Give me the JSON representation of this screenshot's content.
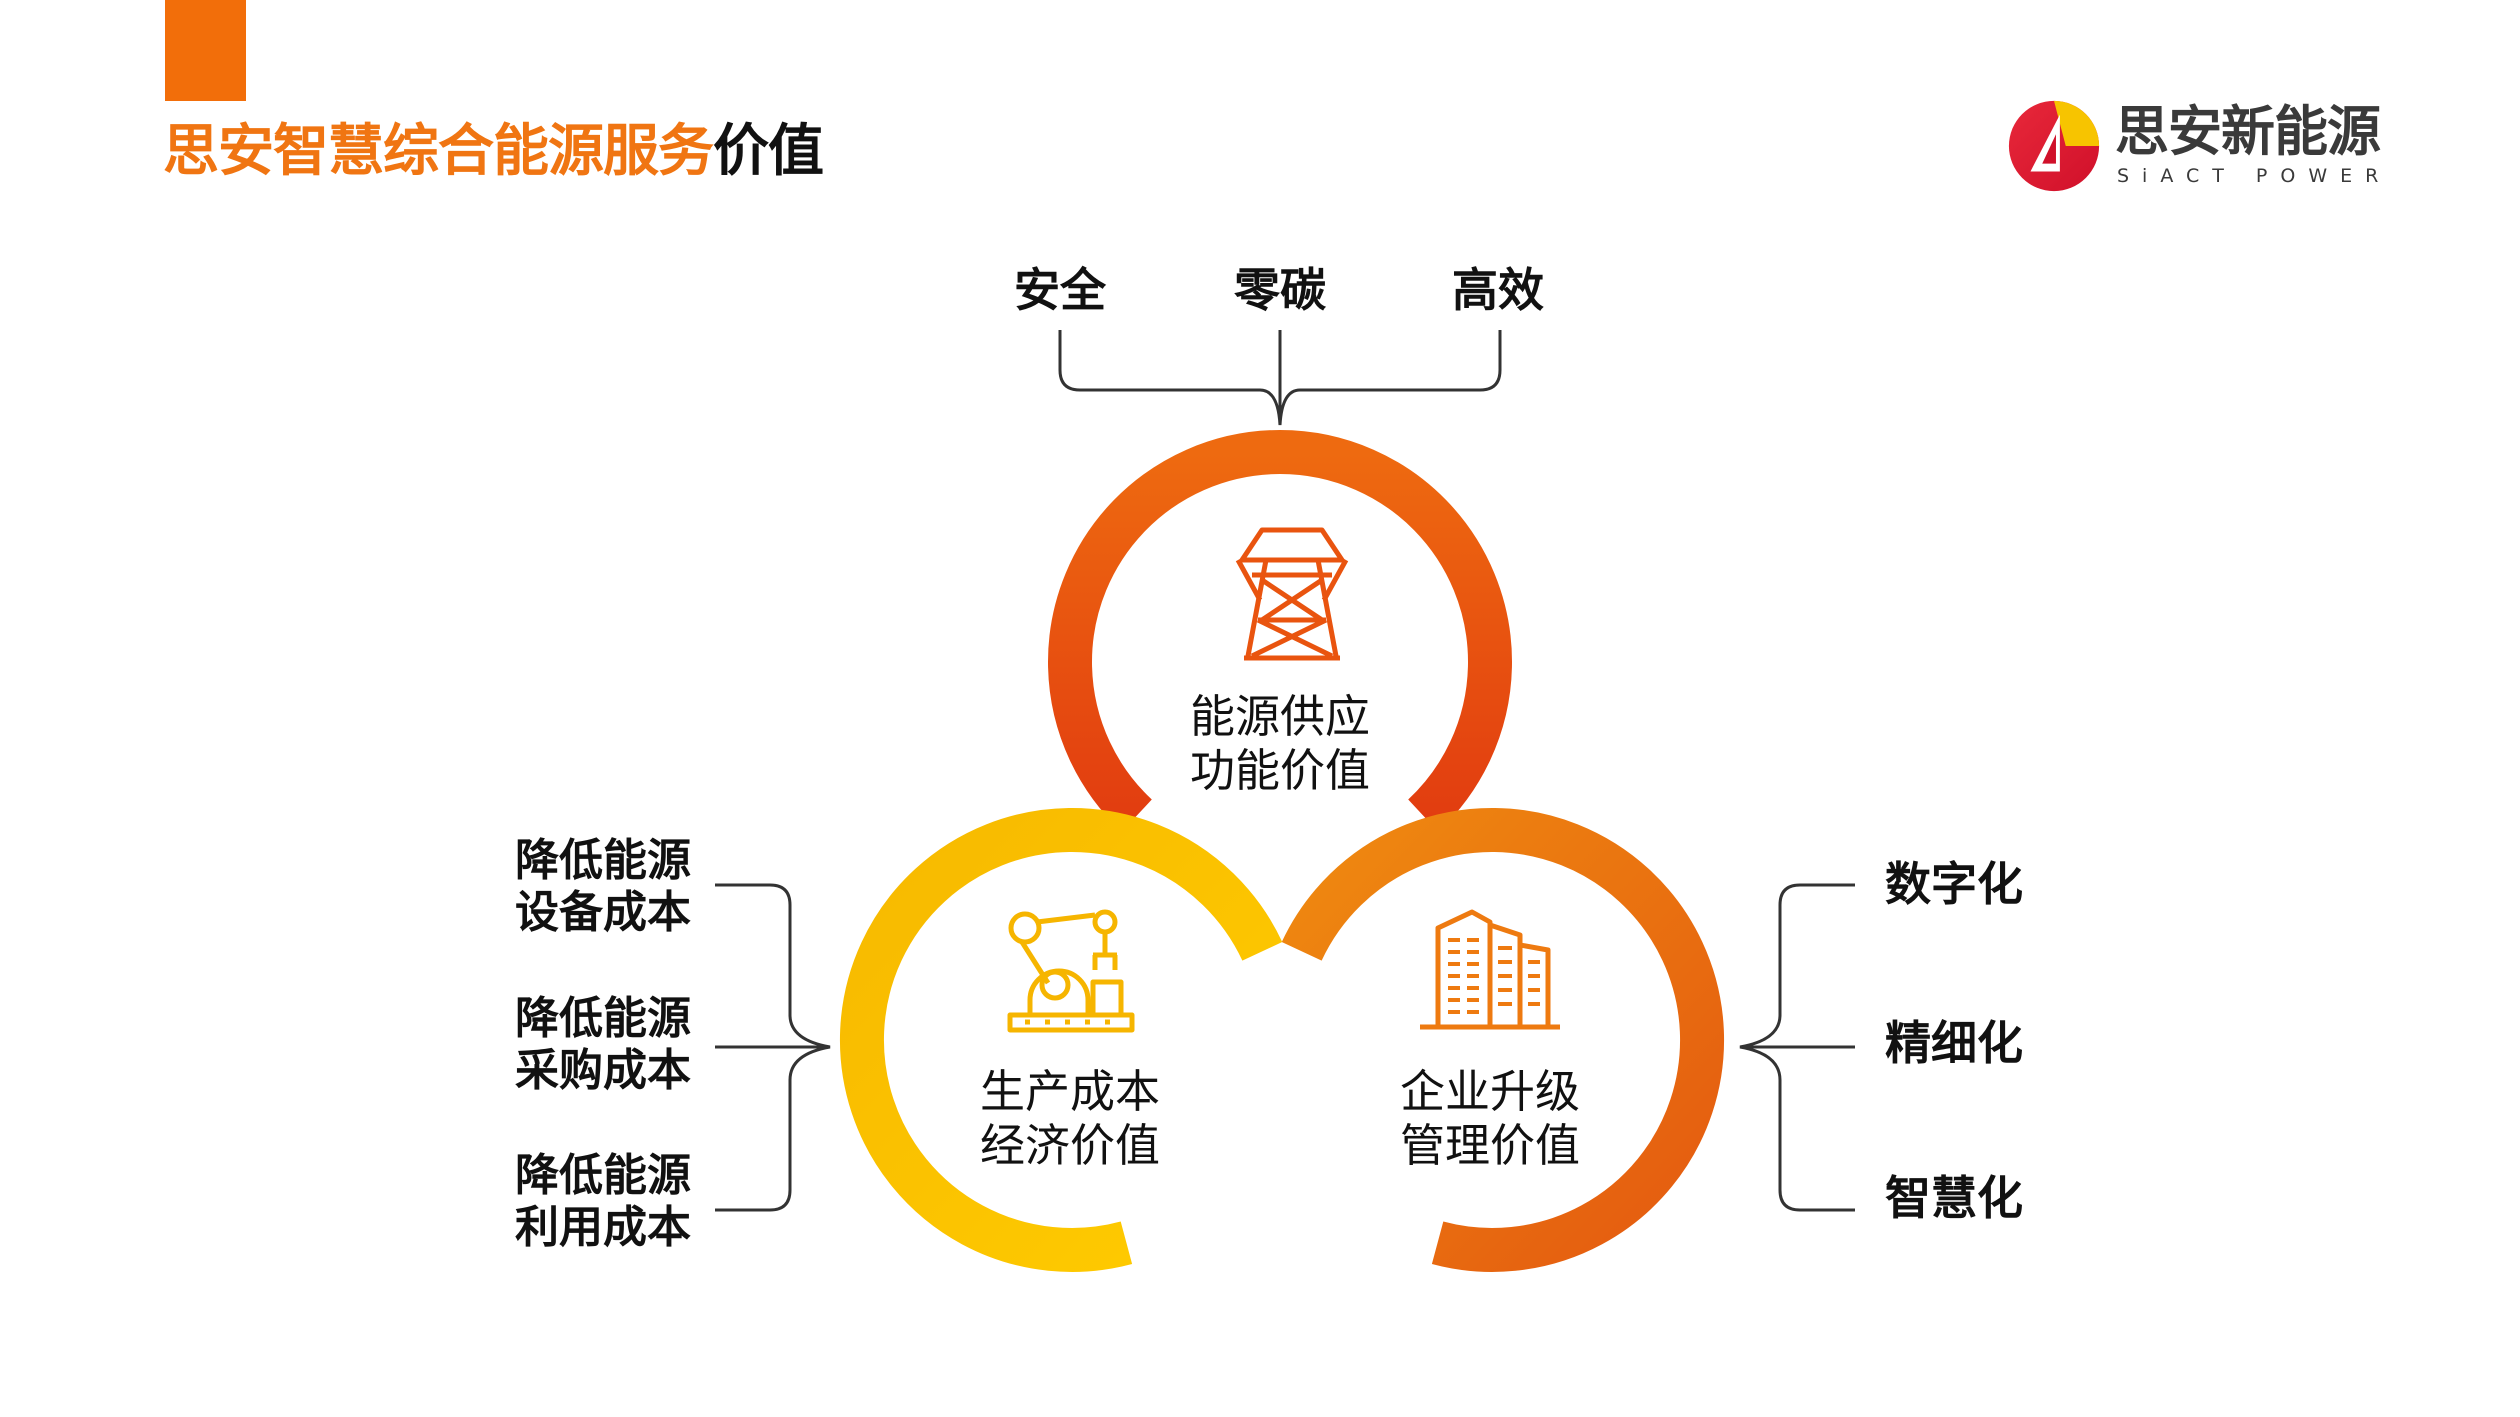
{
  "title": {
    "orange": "思安智慧综合能源服务",
    "black": "价值"
  },
  "logo": {
    "name": "思安新能源",
    "sub": "SiACT POWER"
  },
  "top_labels": [
    "安全",
    "零碳",
    "高效"
  ],
  "circles": {
    "energy": {
      "line1": "能源供应",
      "line2": "功能价值",
      "icon": "transmission-tower-icon",
      "color": "#e9540f"
    },
    "economy": {
      "line1": "生产成本",
      "line2": "经济价值",
      "icon": "robot-arm-icon",
      "color": "#f8b800"
    },
    "management": {
      "line1": "企业升级",
      "line2": "管理价值",
      "icon": "buildings-icon",
      "color": "#ee7a10"
    }
  },
  "left_labels": [
    {
      "line1": "降低能源",
      "line2": "设备成本"
    },
    {
      "line1": "降低能源",
      "line2": "采购成本"
    },
    {
      "line1": "降低能源",
      "line2": "利用成本"
    }
  ],
  "right_labels": [
    "数字化",
    "精细化",
    "智慧化"
  ],
  "colors": {
    "accent": "#f26e0a",
    "text": "#111111"
  }
}
